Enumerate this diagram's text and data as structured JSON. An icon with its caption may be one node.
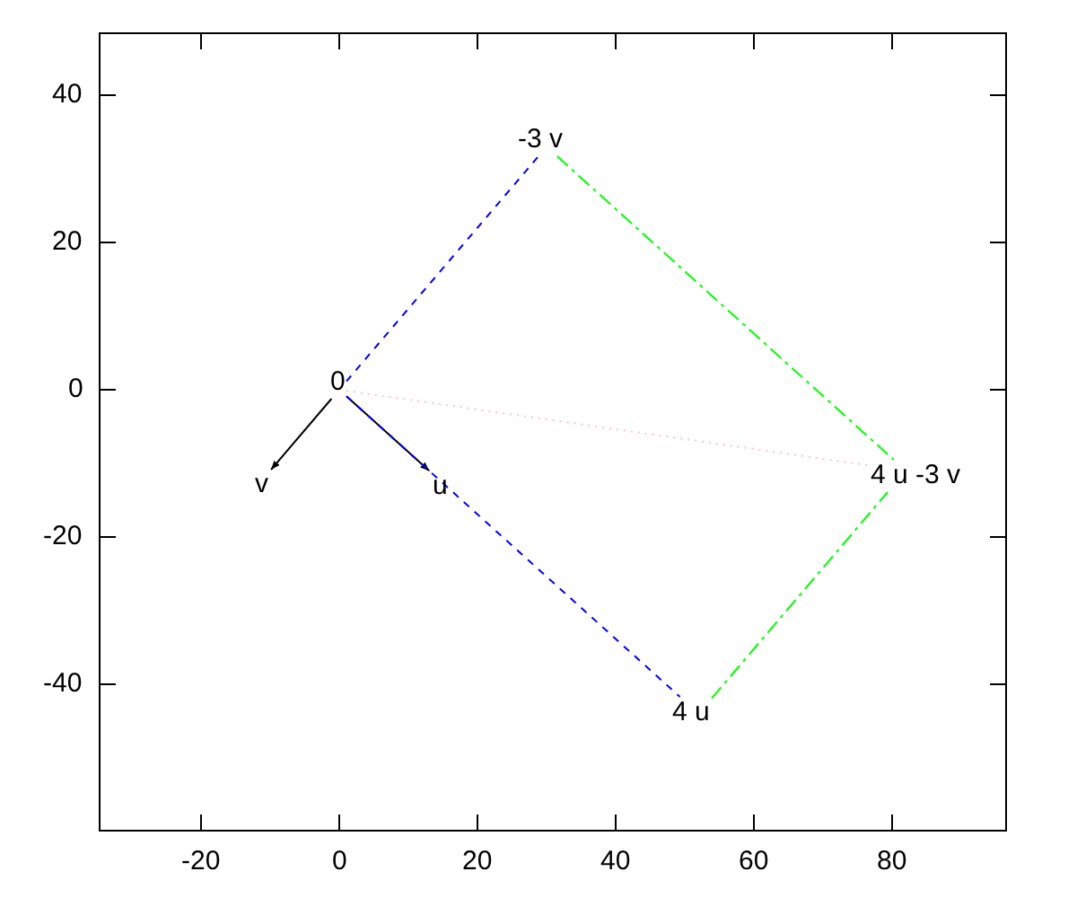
{
  "diagram": {
    "nodes": [
      {
        "text": [
          "-3 v"
        ]
      },
      {
        "text": [
          "0"
        ]
      },
      {
        "text": [
          "4 u -3 v"
        ]
      },
      {
        "text": [
          "v"
        ]
      },
      {
        "text": [
          "u"
        ]
      },
      {
        "text": [
          "4 u"
        ]
      }
    ],
    "edges": [
      {
        "from": 1,
        "to": 3,
        "arrow": "to"
      },
      {
        "from": 1,
        "to": 4,
        "arrow": "to"
      },
      {
        "from": 1,
        "to": 0,
        "arrow": "none",
        "style": "dashed",
        "color": "#0000ff"
      },
      {
        "from": 1,
        "to": 5,
        "arrow": "none",
        "style": "dashed",
        "color": "#0000ff"
      },
      {
        "from": 0,
        "to": 2,
        "arrow": "none",
        "style": "dashed",
        "color": "#00ff00"
      },
      {
        "from": 5,
        "to": 2,
        "arrow": "none",
        "style": "dashed",
        "color": "#00ff00"
      },
      {
        "from": 1,
        "to": 2,
        "arrow": "none",
        "style": "dashed",
        "color": "#ffc0cb"
      }
    ],
    "labels": [
      "40",
      "20",
      "0",
      "-20",
      "-40",
      "-20",
      "0",
      "20",
      "40",
      "60",
      "80"
    ]
  }
}
